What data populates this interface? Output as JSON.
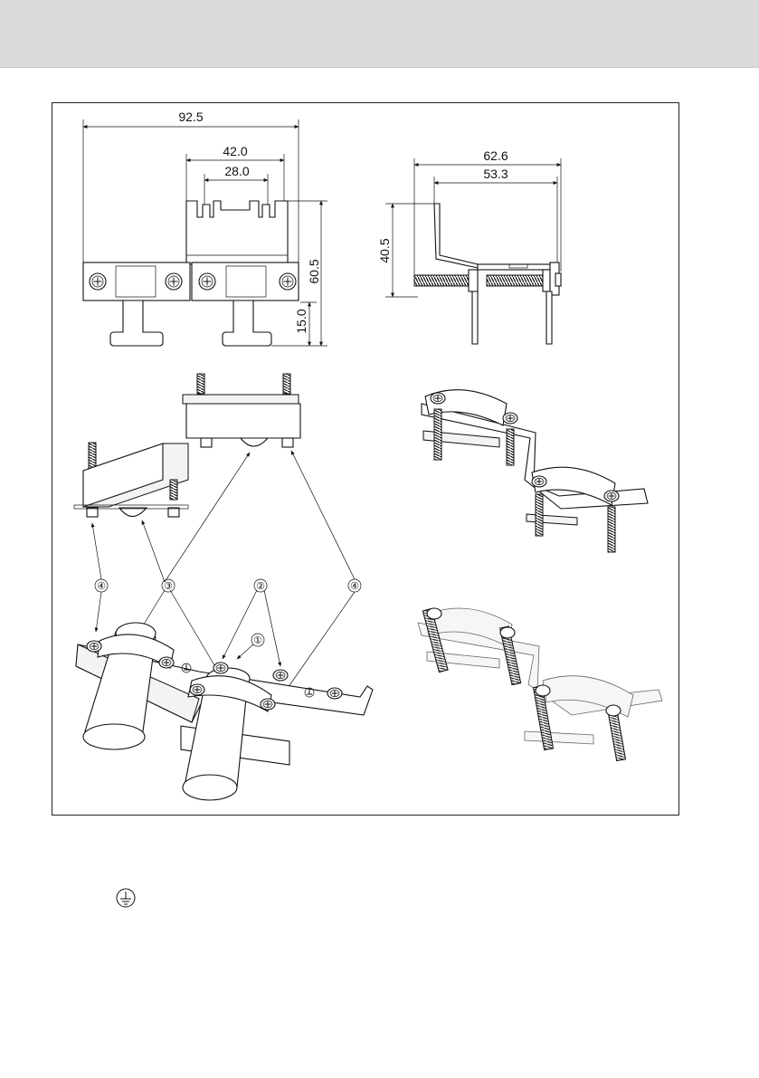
{
  "figure": {
    "front_view": {
      "overall_width": "92.5",
      "clamp_width": "42.0",
      "slot_spacing": "28.0",
      "height": "60.5",
      "foot_height": "15.0"
    },
    "side_view": {
      "overall_depth": "62.6",
      "bracket_depth": "53.3",
      "height": "40.5"
    },
    "callouts": {
      "c1": "①",
      "c2": "②",
      "c3": "③",
      "c4a": "④",
      "c4b": "④"
    }
  },
  "icons": {
    "ground": "protective-earth-icon"
  }
}
